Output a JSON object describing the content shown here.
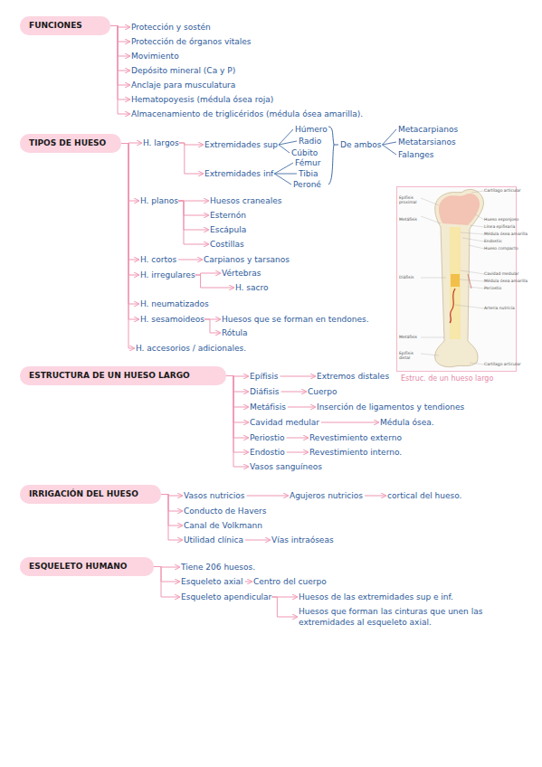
{
  "diagram": {
    "nodes": [
      {
        "text": [
          "FUNCIONES"
        ]
      },
      {
        "text": [
          "Protección y sostén"
        ]
      },
      {
        "text": [
          "Protección de órganos vitales"
        ]
      },
      {
        "text": [
          "Movimiento"
        ]
      },
      {
        "text": [
          "Depósito mineral (Ca y P)"
        ]
      },
      {
        "text": [
          "Anclaje para musculatura"
        ]
      },
      {
        "text": [
          "Hematopoyesis (médula ósea roja)"
        ]
      },
      {
        "text": [
          "Almacenamiento de triglicéridos (médula ósea amarilla)."
        ]
      },
      {
        "text": [
          "TIPOS DE HUESO"
        ]
      },
      {
        "text": [
          "H. largos"
        ]
      },
      {
        "text": [
          "Extremidades sup"
        ]
      },
      {
        "text": [
          "Húmero"
        ]
      },
      {
        "text": [
          "Radio"
        ]
      },
      {
        "text": [
          "Cúbito"
        ]
      },
      {
        "text": [
          "Extremidades inf"
        ]
      },
      {
        "text": [
          "Fémur"
        ]
      },
      {
        "text": [
          "Tibia"
        ]
      },
      {
        "text": [
          "Peroné"
        ]
      },
      {
        "text": [
          "De ambos"
        ]
      },
      {
        "text": [
          "Metacarpianos"
        ]
      },
      {
        "text": [
          "Metatarsianos"
        ]
      },
      {
        "text": [
          "Falanges"
        ]
      },
      {
        "text": [
          "H. planos"
        ]
      },
      {
        "text": [
          "Huesos craneales"
        ]
      },
      {
        "text": [
          "Esternón"
        ]
      },
      {
        "text": [
          "Escápula"
        ]
      },
      {
        "text": [
          "Costillas"
        ]
      },
      {
        "text": [
          "H. cortos"
        ]
      },
      {
        "text": [
          "Carpianos y tarsanos"
        ]
      },
      {
        "text": [
          "H. irregulares"
        ]
      },
      {
        "text": [
          "Vértebras"
        ]
      },
      {
        "text": [
          "H. sacro"
        ]
      },
      {
        "text": [
          "H. neumatizados"
        ]
      },
      {
        "text": [
          "H. sesamoideos"
        ]
      },
      {
        "text": [
          "Huesos que se forman en tendones."
        ]
      },
      {
        "text": [
          "Rótula"
        ]
      },
      {
        "text": [
          "H. accesorios / adicionales."
        ]
      },
      {
        "text": [
          "ESTRUCTURA DE UN HUESO LARGO"
        ]
      },
      {
        "text": [
          "Epífisis"
        ]
      },
      {
        "text": [
          "Extremos distales"
        ]
      },
      {
        "text": [
          "Diáfisis"
        ]
      },
      {
        "text": [
          "Cuerpo"
        ]
      },
      {
        "text": [
          "Metáfisis"
        ]
      },
      {
        "text": [
          "Inserción de ligamentos y tendiones"
        ]
      },
      {
        "text": [
          "Cavidad medular"
        ]
      },
      {
        "text": [
          "Médula ósea."
        ]
      },
      {
        "text": [
          "Periostio"
        ]
      },
      {
        "text": [
          "Revestimiento externo"
        ]
      },
      {
        "text": [
          "Endostio"
        ]
      },
      {
        "text": [
          "Revestimiento interno."
        ]
      },
      {
        "text": [
          "Vasos sanguíneos"
        ]
      },
      {
        "text": [
          "IRRIGACIÓN DEL HUESO"
        ]
      },
      {
        "text": [
          "Vasos nutricios"
        ]
      },
      {
        "text": [
          "Agujeros nutricios"
        ]
      },
      {
        "text": [
          "cortical del hueso."
        ]
      },
      {
        "text": [
          "Conducto de Havers"
        ]
      },
      {
        "text": [
          "Canal de Volkmann"
        ]
      },
      {
        "text": [
          "Utilidad clínica"
        ]
      },
      {
        "text": [
          "Vías intraóseas"
        ]
      },
      {
        "text": [
          "ESQUELETO HUMANO"
        ]
      },
      {
        "text": [
          "Tiene 206 huesos."
        ]
      },
      {
        "text": [
          "Esqueleto axial"
        ]
      },
      {
        "text": [
          "Centro del cuerpo"
        ]
      },
      {
        "text": [
          "Esqueleto apendicular"
        ]
      },
      {
        "text": [
          "Huesos de las extremidades sup e inf."
        ]
      },
      {
        "text": [
          "Huesos que forman las cinturas que unen las extremidades al esqueleto axial."
        ]
      }
    ],
    "edges": [
      {
        "from": 0,
        "to": 1,
        "arrow": "to"
      },
      {
        "from": 0,
        "to": 2,
        "arrow": "to"
      },
      {
        "from": 0,
        "to": 3,
        "arrow": "to"
      },
      {
        "from": 0,
        "to": 4,
        "arrow": "to"
      },
      {
        "from": 0,
        "to": 5,
        "arrow": "to"
      },
      {
        "from": 0,
        "to": 6,
        "arrow": "to"
      },
      {
        "from": 0,
        "to": 7,
        "arrow": "to"
      },
      {
        "from": 8,
        "to": 9,
        "arrow": "to"
      },
      {
        "from": 8,
        "to": 22,
        "arrow": "to"
      },
      {
        "from": 8,
        "to": 27,
        "arrow": "to"
      },
      {
        "from": 8,
        "to": 29,
        "arrow": "to"
      },
      {
        "from": 8,
        "to": 32,
        "arrow": "to"
      },
      {
        "from": 8,
        "to": 33,
        "arrow": "to"
      },
      {
        "from": 8,
        "to": 36,
        "arrow": "to"
      },
      {
        "from": 9,
        "to": 10,
        "arrow": "to"
      },
      {
        "from": 9,
        "to": 14,
        "arrow": "to"
      },
      {
        "from": 10,
        "to": 11,
        "arrow": "none"
      },
      {
        "from": 10,
        "to": 12,
        "arrow": "none"
      },
      {
        "from": 10,
        "to": 13,
        "arrow": "none"
      },
      {
        "from": 14,
        "to": 15,
        "arrow": "none"
      },
      {
        "from": 14,
        "to": 16,
        "arrow": "none"
      },
      {
        "from": 14,
        "to": 17,
        "arrow": "none"
      },
      {
        "from": 18,
        "to": 19,
        "arrow": "none"
      },
      {
        "from": 18,
        "to": 20,
        "arrow": "none"
      },
      {
        "from": 18,
        "to": 21,
        "arrow": "none"
      },
      {
        "from": 22,
        "to": 23,
        "arrow": "to"
      },
      {
        "from": 22,
        "to": 24,
        "arrow": "to"
      },
      {
        "from": 22,
        "to": 25,
        "arrow": "to"
      },
      {
        "from": 22,
        "to": 26,
        "arrow": "to"
      },
      {
        "from": 27,
        "to": 28,
        "arrow": "to"
      },
      {
        "from": 29,
        "to": 30,
        "arrow": "to"
      },
      {
        "from": 29,
        "to": 31,
        "arrow": "to"
      },
      {
        "from": 33,
        "to": 34,
        "arrow": "to"
      },
      {
        "from": 33,
        "to": 35,
        "arrow": "to"
      },
      {
        "from": 37,
        "to": 38,
        "arrow": "to"
      },
      {
        "from": 37,
        "to": 40,
        "arrow": "to"
      },
      {
        "from": 37,
        "to": 42,
        "arrow": "to"
      },
      {
        "from": 37,
        "to": 44,
        "arrow": "to"
      },
      {
        "from": 37,
        "to": 46,
        "arrow": "to"
      },
      {
        "from": 37,
        "to": 48,
        "arrow": "to"
      },
      {
        "from": 37,
        "to": 50,
        "arrow": "to"
      },
      {
        "from": 38,
        "to": 39,
        "arrow": "to"
      },
      {
        "from": 40,
        "to": 41,
        "arrow": "to"
      },
      {
        "from": 42,
        "to": 43,
        "arrow": "to"
      },
      {
        "from": 44,
        "to": 45,
        "arrow": "to"
      },
      {
        "from": 46,
        "to": 47,
        "arrow": "to"
      },
      {
        "from": 48,
        "to": 49,
        "arrow": "to"
      },
      {
        "from": 51,
        "to": 52,
        "arrow": "to"
      },
      {
        "from": 51,
        "to": 55,
        "arrow": "to"
      },
      {
        "from": 51,
        "to": 56,
        "arrow": "to"
      },
      {
        "from": 51,
        "to": 57,
        "arrow": "to"
      },
      {
        "from": 52,
        "to": 53,
        "arrow": "to"
      },
      {
        "from": 53,
        "to": 54,
        "arrow": "to"
      },
      {
        "from": 57,
        "to": 58,
        "arrow": "to"
      },
      {
        "from": 59,
        "to": 60,
        "arrow": "to"
      },
      {
        "from": 59,
        "to": 61,
        "arrow": "to"
      },
      {
        "from": 59,
        "to": 63,
        "arrow": "to"
      },
      {
        "from": 61,
        "to": 62,
        "arrow": "to"
      },
      {
        "from": 63,
        "to": 64,
        "arrow": "to"
      },
      {
        "from": 63,
        "to": 65,
        "arrow": "to"
      }
    ],
    "labels": [
      "Epífisis proximal",
      "Metáfisis",
      "Diáfisis",
      "Metáfisis",
      "Epífisis distal",
      "Cartílago articular",
      "Hueso esponjoso",
      "Línea epifisaria",
      "Médula ósea amarilla",
      "Endostio",
      "Hueso compacto",
      "Cavidad medular",
      "Médula ósea amarilla",
      "Periostio",
      "Arteria nutricia",
      "Cartílago articular",
      "Estruc. de un hueso largo"
    ]
  }
}
